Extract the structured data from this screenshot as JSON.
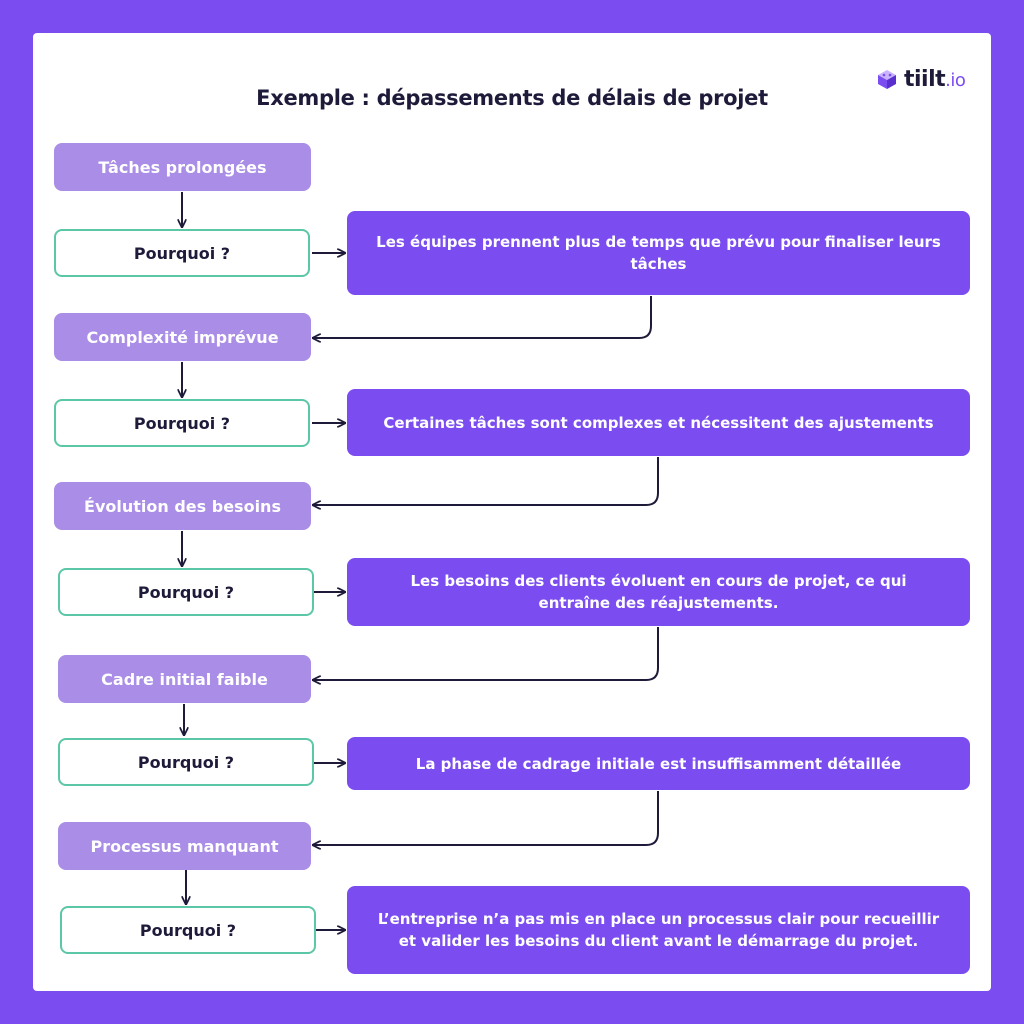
{
  "logo": {
    "name": "tiilt",
    "suffix": ".io"
  },
  "title": "Exemple : dépassements de délais de projet",
  "steps": [
    {
      "cause": "Tâches prolongées",
      "why": "Pourquoi ?",
      "answer": "Les équipes prennent plus de temps que prévu pour finaliser leurs tâches"
    },
    {
      "cause": "Complexité imprévue",
      "why": "Pourquoi ?",
      "answer": "Certaines tâches sont complexes et nécessitent des ajustements"
    },
    {
      "cause": "Évolution des besoins",
      "why": "Pourquoi ?",
      "answer": "Les besoins des clients évoluent en cours de projet, ce qui entraîne des réajustements."
    },
    {
      "cause": "Cadre initial faible",
      "why": "Pourquoi ?",
      "answer": "La phase de cadrage initiale est insuffisamment détaillée"
    },
    {
      "cause": "Processus manquant",
      "why": "Pourquoi ?",
      "answer": "L’entreprise n’a pas mis en place un processus clair pour recueillir et valider les besoins du client avant le démarrage du projet."
    }
  ],
  "colors": {
    "background": "#7b4df0",
    "cause_box": "#a98de6",
    "why_border": "#5cc7a6",
    "answer_box": "#7b4df0",
    "text_dark": "#1e1b3a"
  }
}
